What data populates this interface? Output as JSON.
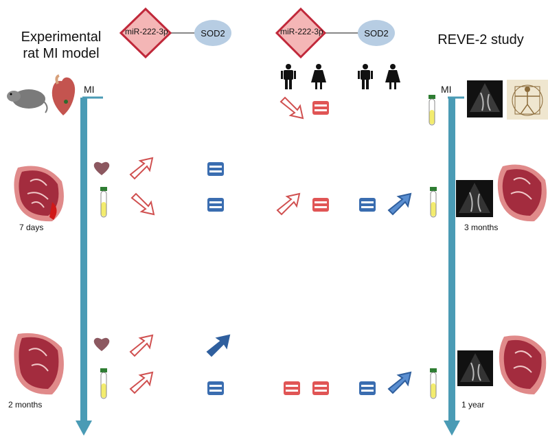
{
  "left_title_line1": "Experimental",
  "left_title_line2": "rat MI model",
  "right_title": "REVE-2 study",
  "mirna_label": "miR-222-3p",
  "sod2_label": "SOD2",
  "mi_label": "MI",
  "left_times": [
    "7 days",
    "2 months"
  ],
  "right_times": [
    "3 months",
    "1 year"
  ],
  "colors": {
    "mirna_red": "#c0283a",
    "mirna_fill": "#f4b6b6",
    "sod2_fill": "#b7cde3",
    "sod2_blue": "#2f5f9e",
    "timeline": "#4a9bb5"
  }
}
